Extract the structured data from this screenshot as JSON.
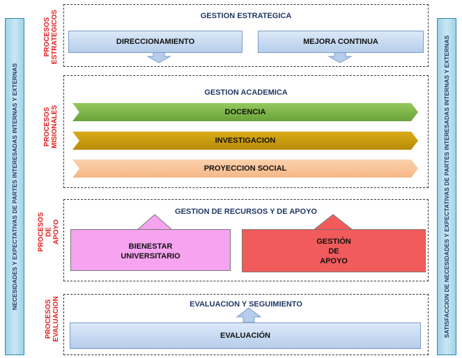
{
  "left_bar": {
    "text": "NECESIDADES Y EXPECTATIVAS DE PARTES INTERESADAS INTERNAS Y EXTERNAS"
  },
  "right_bar": {
    "text": "SATISFACCION DE NECESIDADES Y EXPECTATIVAS DE PARTES INTERESADAS INTERNAS Y EXTERNAS"
  },
  "labels": {
    "estrategicos": "PROCESOS\nESTRATEGICOS",
    "misionales": "PROCESOS\nMISIONALES",
    "apoyo": "PROCESOS\nDE\nAPOYO",
    "evaluacion": "PROCESOS\nEVALUACION"
  },
  "estrategica": {
    "title": "GESTION ESTRATEGICA",
    "box1": "DIRECCIONAMIENTO",
    "box2": "MEJORA CONTINUA"
  },
  "academica": {
    "title": "GESTION ACADEMICA",
    "docencia": "DOCENCIA",
    "investigacion": "INVESTIGACION",
    "proyeccion": "PROYECCION  SOCIAL"
  },
  "recursos": {
    "title": "GESTION DE RECURSOS Y DE APOYO",
    "bienestar": "BIENESTAR\nUNIVERSITARIO",
    "gestion_apoyo": "GESTIÓN\nDE\nAPOYO"
  },
  "evaluacion": {
    "title": "EVALUACION Y SEGUIMIENTO",
    "box": "EVALUACIÓN"
  },
  "colors": {
    "docencia": "#7fb347",
    "investigacion": "#c49a0a",
    "proyeccion": "#f9c49a",
    "bienestar": "#f6a3f0",
    "gestion_apoyo": "#f25b5b",
    "label_red": "#e02020"
  }
}
